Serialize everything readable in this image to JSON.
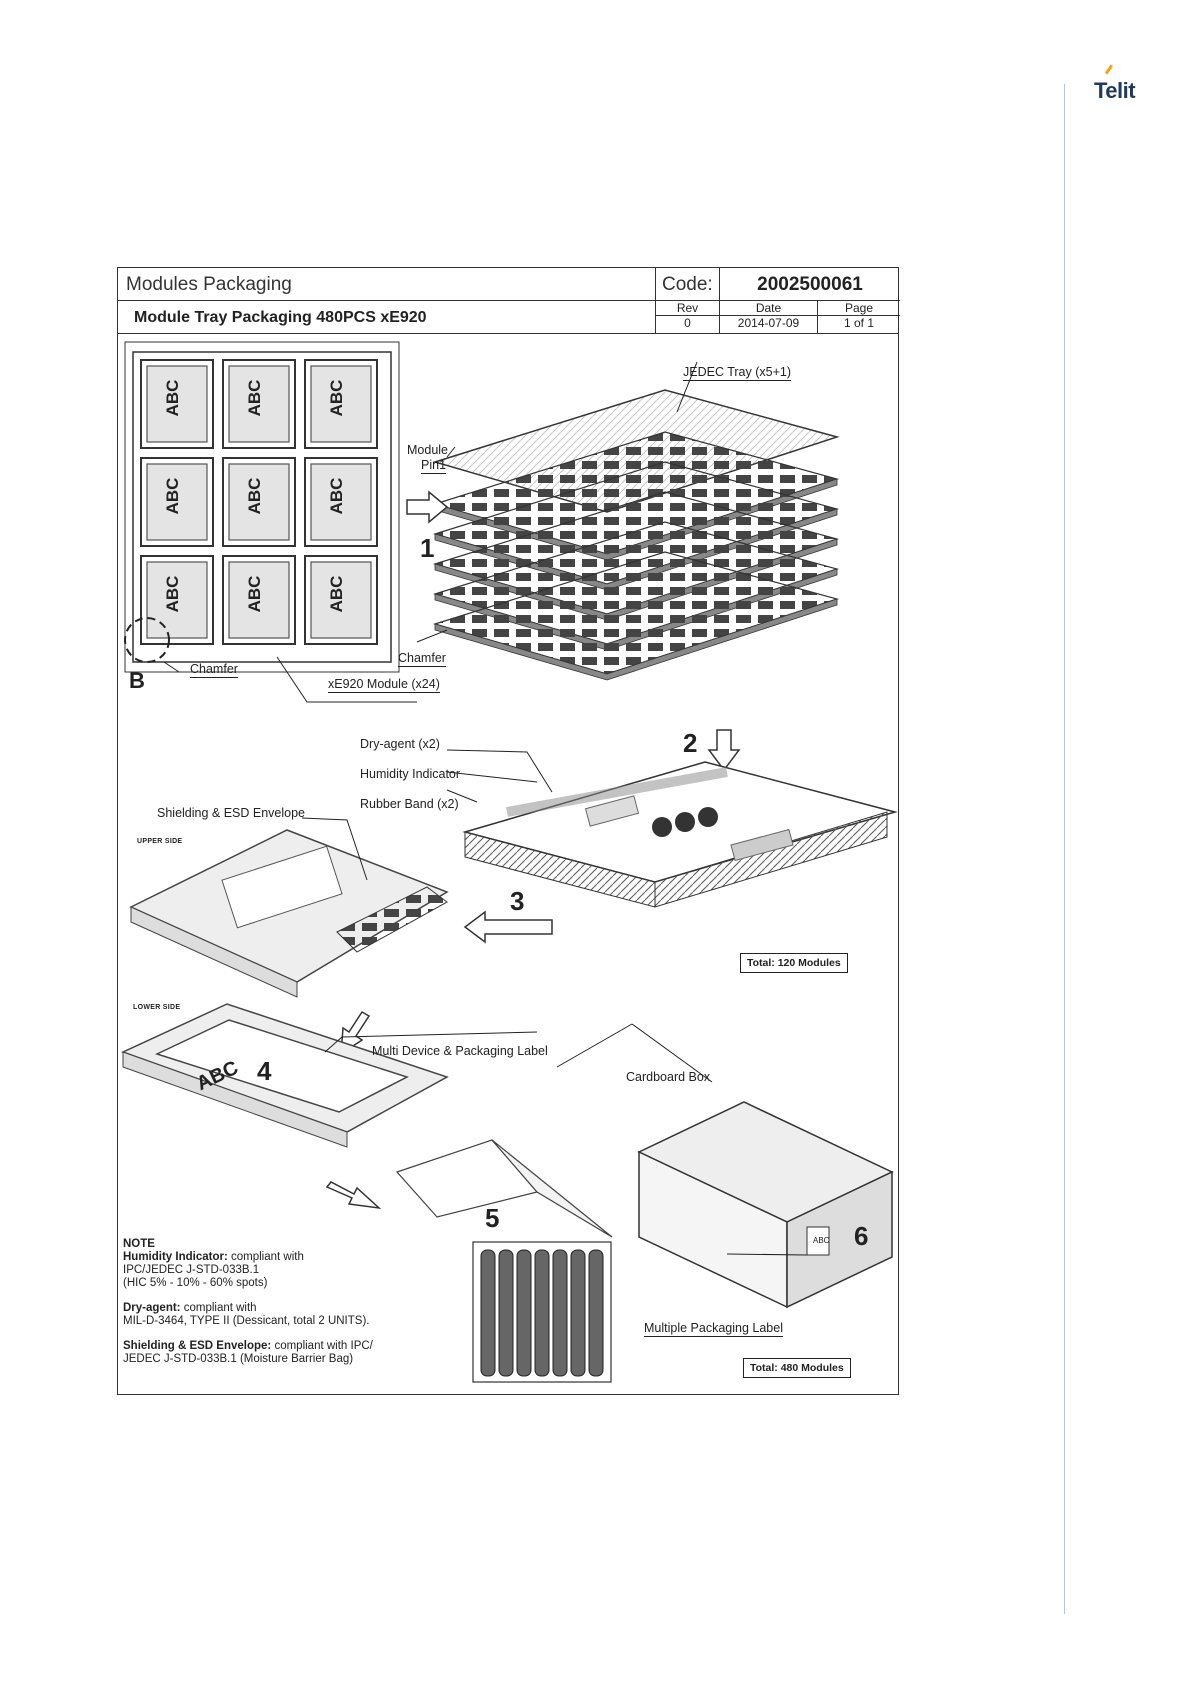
{
  "brand": {
    "name": "Telit"
  },
  "header": {
    "title": "Modules Packaging",
    "code_label": "Code:",
    "code_value": "2002500061",
    "subtitle": "Module Tray Packaging 480PCS xE920",
    "rev_label": "Rev",
    "rev_value": "0",
    "date_label": "Date",
    "date_value": "2014-07-09",
    "page_label": "Page",
    "page_value": "1 of 1"
  },
  "module_text": "ABC",
  "labels": {
    "jedec_tray": "JEDEC Tray (x5+1)",
    "module_pin1_a": "Module",
    "module_pin1_b": "Pin1",
    "chamfer_right": "Chamfer",
    "chamfer_left": "Chamfer",
    "b_marker": "B",
    "xe920_module": "xE920 Module (x24)",
    "dry_agent": "Dry-agent (x2)",
    "humidity_indicator": "Humidity Indicator",
    "rubber_band": "Rubber Band (x2)",
    "shielding_envelope": "Shielding & ESD Envelope",
    "upper_side": "UPPER SIDE",
    "lower_side": "LOWER SIDE",
    "multi_device_label": "Multi Device & Packaging Label",
    "cardboard_box": "Cardboard Box",
    "multiple_packaging_label": "Multiple Packaging Label",
    "total_120": "Total: 120 Modules",
    "total_480": "Total: 480 Modules"
  },
  "steps": [
    "1",
    "2",
    "3",
    "4",
    "5",
    "6"
  ],
  "note": {
    "heading": "NOTE",
    "humidity_title": "Humidity Indicator:",
    "humidity_text_1": "compliant with",
    "humidity_text_2": "IPC/JEDEC J-STD-033B.1",
    "humidity_text_3": "(HIC 5% - 10% - 60% spots)",
    "dry_title": "Dry-agent:",
    "dry_text_1": "compliant with",
    "dry_text_2": "MIL-D-3464, TYPE II (Dessicant, total 2 UNITS).",
    "shield_title": "Shielding & ESD Envelope:",
    "shield_text_1": "compliant with IPC/",
    "shield_text_2": "JEDEC J-STD-033B.1 (Moisture Barrier Bag)"
  },
  "colors": {
    "brand": "#1f3a5c",
    "brand_accent": "#f5a21a",
    "rule": "#b9c6d6"
  }
}
